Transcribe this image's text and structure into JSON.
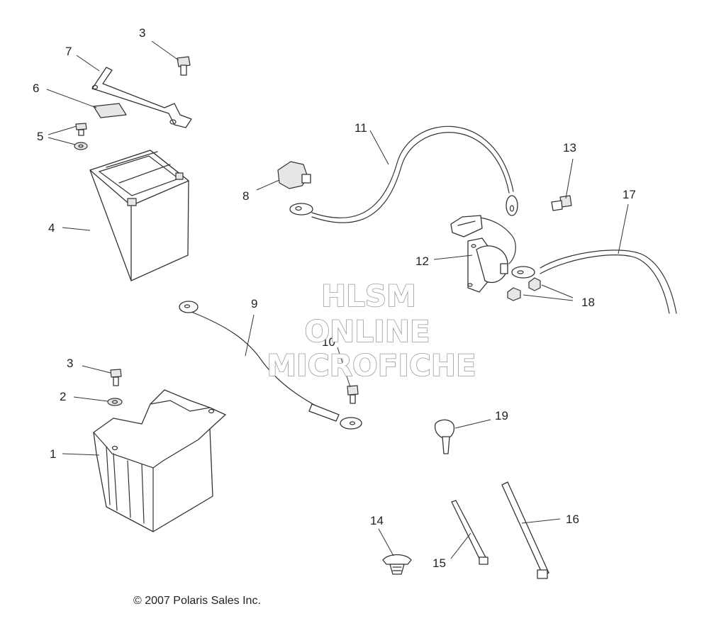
{
  "diagram": {
    "callouts": [
      {
        "id": "c1",
        "label": "1"
      },
      {
        "id": "c2",
        "label": "2"
      },
      {
        "id": "c3a",
        "label": "3"
      },
      {
        "id": "c3b",
        "label": "3"
      },
      {
        "id": "c4",
        "label": "4"
      },
      {
        "id": "c5",
        "label": "5"
      },
      {
        "id": "c6",
        "label": "6"
      },
      {
        "id": "c7",
        "label": "7"
      },
      {
        "id": "c8",
        "label": "8"
      },
      {
        "id": "c9",
        "label": "9"
      },
      {
        "id": "c10",
        "label": "10"
      },
      {
        "id": "c11",
        "label": "11"
      },
      {
        "id": "c12",
        "label": "12"
      },
      {
        "id": "c13",
        "label": "13"
      },
      {
        "id": "c14",
        "label": "14"
      },
      {
        "id": "c15",
        "label": "15"
      },
      {
        "id": "c16",
        "label": "16"
      },
      {
        "id": "c17",
        "label": "17"
      },
      {
        "id": "c18",
        "label": "18"
      },
      {
        "id": "c19",
        "label": "19"
      }
    ],
    "watermark": [
      "HLSM",
      "ONLINE",
      "MICROFICHE"
    ],
    "copyright": "© 2007 Polaris Sales Inc."
  }
}
